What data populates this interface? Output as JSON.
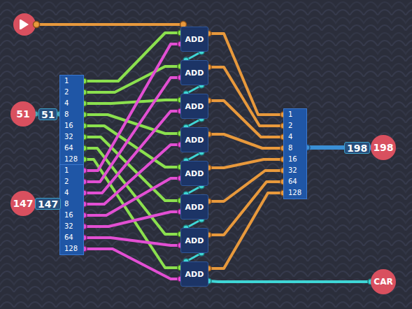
{
  "diagram": {
    "nodes": [
      {
        "text": [
          "51"
        ]
      },
      {
        "text": [
          "147"
        ]
      },
      {
        "text": [
          "1",
          "2",
          "4",
          "8",
          "16",
          "32",
          "64",
          "128"
        ]
      },
      {
        "text": [
          "1",
          "2",
          "4",
          "8",
          "16",
          "32",
          "64",
          "128"
        ]
      },
      {
        "text": [
          "ADD"
        ]
      },
      {
        "text": [
          "ADD"
        ]
      },
      {
        "text": [
          "ADD"
        ]
      },
      {
        "text": [
          "ADD"
        ]
      },
      {
        "text": [
          "ADD"
        ]
      },
      {
        "text": [
          "ADD"
        ]
      },
      {
        "text": [
          "ADD"
        ]
      },
      {
        "text": [
          "ADD"
        ]
      },
      {
        "text": [
          "1",
          "2",
          "4",
          "8",
          "16",
          "32",
          "64",
          "128"
        ]
      },
      {
        "text": [
          "198"
        ]
      },
      {
        "text": [
          "CAR"
        ]
      }
    ],
    "edges": [
      {
        "from": 0,
        "to": 2,
        "arrow": "none"
      },
      {
        "from": 1,
        "to": 3,
        "arrow": "none"
      },
      {
        "from": 2,
        "to": 4,
        "arrow": "none"
      },
      {
        "from": 2,
        "to": 5,
        "arrow": "none"
      },
      {
        "from": 2,
        "to": 6,
        "arrow": "none"
      },
      {
        "from": 2,
        "to": 7,
        "arrow": "none"
      },
      {
        "from": 2,
        "to": 8,
        "arrow": "none"
      },
      {
        "from": 2,
        "to": 9,
        "arrow": "none"
      },
      {
        "from": 2,
        "to": 10,
        "arrow": "none"
      },
      {
        "from": 2,
        "to": 11,
        "arrow": "none"
      },
      {
        "from": 3,
        "to": 4,
        "arrow": "none"
      },
      {
        "from": 3,
        "to": 5,
        "arrow": "none"
      },
      {
        "from": 3,
        "to": 6,
        "arrow": "none"
      },
      {
        "from": 3,
        "to": 7,
        "arrow": "none"
      },
      {
        "from": 3,
        "to": 8,
        "arrow": "none"
      },
      {
        "from": 3,
        "to": 9,
        "arrow": "none"
      },
      {
        "from": 3,
        "to": 10,
        "arrow": "none"
      },
      {
        "from": 3,
        "to": 11,
        "arrow": "none"
      },
      {
        "from": 4,
        "to": 12,
        "arrow": "none"
      },
      {
        "from": 5,
        "to": 12,
        "arrow": "none"
      },
      {
        "from": 6,
        "to": 12,
        "arrow": "none"
      },
      {
        "from": 7,
        "to": 12,
        "arrow": "none"
      },
      {
        "from": 8,
        "to": 12,
        "arrow": "none"
      },
      {
        "from": 9,
        "to": 12,
        "arrow": "none"
      },
      {
        "from": 10,
        "to": 12,
        "arrow": "none"
      },
      {
        "from": 11,
        "to": 12,
        "arrow": "none"
      },
      {
        "from": 4,
        "to": 5,
        "arrow": "none"
      },
      {
        "from": 5,
        "to": 6,
        "arrow": "none"
      },
      {
        "from": 6,
        "to": 7,
        "arrow": "none"
      },
      {
        "from": 7,
        "to": 8,
        "arrow": "none"
      },
      {
        "from": 8,
        "to": 9,
        "arrow": "none"
      },
      {
        "from": 9,
        "to": 10,
        "arrow": "none"
      },
      {
        "from": 10,
        "to": 11,
        "arrow": "none"
      },
      {
        "from": 12,
        "to": 13,
        "arrow": "none"
      },
      {
        "from": 11,
        "to": 14,
        "arrow": "none"
      }
    ],
    "labels": [
      "51",
      "147",
      "198"
    ]
  }
}
